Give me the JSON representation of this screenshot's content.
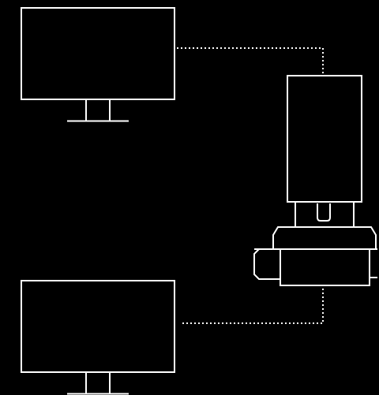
{
  "diagram": {
    "background": "#000000",
    "line_color": "#ffffff",
    "nodes": [
      {
        "id": "monitor-top",
        "icon": "monitor-icon"
      },
      {
        "id": "monitor-bottom",
        "icon": "monitor-icon"
      },
      {
        "id": "kvm-device",
        "icon": "kvm-switch-icon"
      }
    ],
    "connections": [
      {
        "from": "monitor-top",
        "to": "kvm-device",
        "style": "dotted"
      },
      {
        "from": "monitor-bottom",
        "to": "kvm-device",
        "style": "dotted"
      }
    ]
  }
}
